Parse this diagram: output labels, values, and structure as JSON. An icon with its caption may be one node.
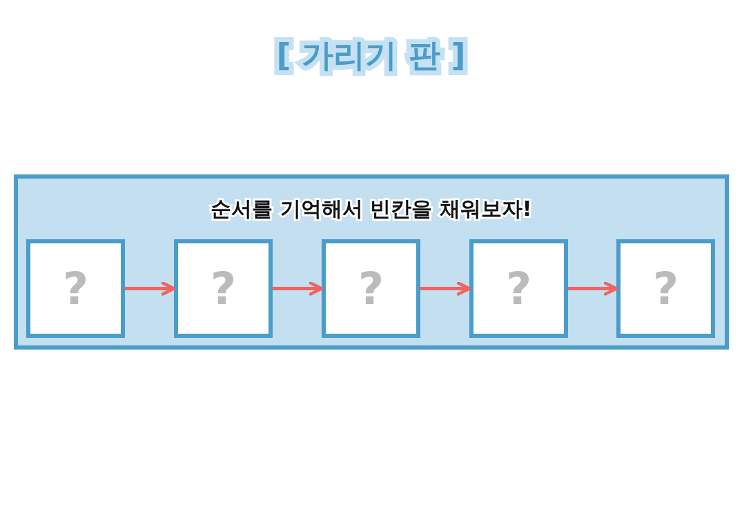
{
  "diagram": {
    "title": "[ 가리기 판 ]",
    "nodes": [
      {
        "text": [
          "순서를 기억해서 빈칸을 채워보자!"
        ]
      },
      {
        "text": [
          "?"
        ],
        "in": 0
      },
      {
        "text": [
          "?"
        ],
        "in": 0
      },
      {
        "text": [
          "?"
        ],
        "in": 0
      },
      {
        "text": [
          "?"
        ],
        "in": 0
      },
      {
        "text": [
          "?"
        ],
        "in": 0
      }
    ],
    "edges": [
      {
        "from": 1,
        "to": 2,
        "arrow": "to"
      },
      {
        "from": 2,
        "to": 3,
        "arrow": "to"
      },
      {
        "from": 3,
        "to": 4,
        "arrow": "to"
      },
      {
        "from": 4,
        "to": 5,
        "arrow": "to"
      }
    ]
  }
}
